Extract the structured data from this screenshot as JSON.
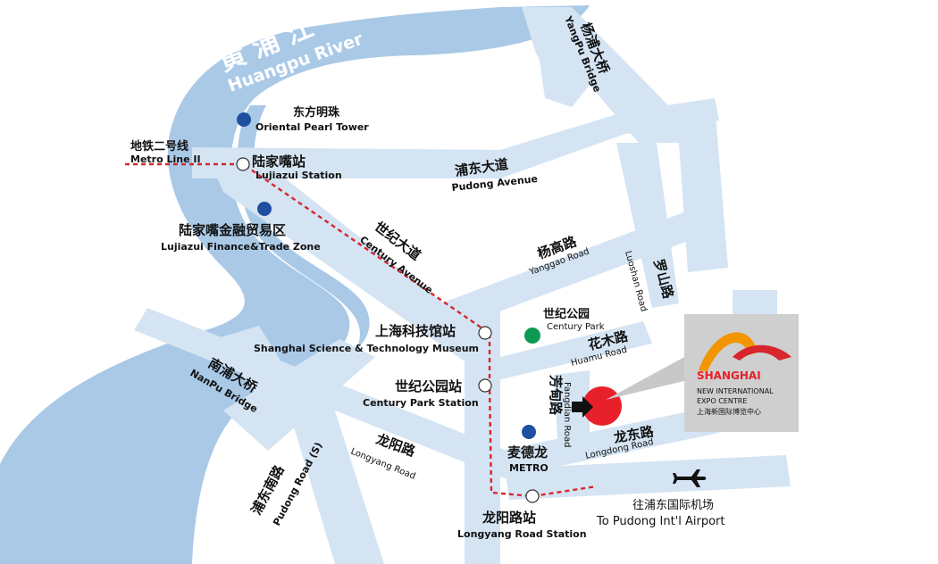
{
  "river": {
    "name_cn": "黄 浦 江",
    "name_en": "Huangpu River"
  },
  "bridges": [
    {
      "name_cn": "杨浦大桥",
      "name_en": "YangPu Bridge"
    },
    {
      "name_cn": "南浦大桥",
      "name_en": "NanPu Bridge"
    }
  ],
  "metro_line": {
    "name_cn": "地铁二号线",
    "name_en": "Metro Line II"
  },
  "stations": [
    {
      "name_cn": "陆家嘴站",
      "name_en": "Lujiazui Station"
    },
    {
      "name_cn": "上海科技馆站",
      "name_en": "Shanghai Science & Technology Museum"
    },
    {
      "name_cn": "世纪公园站",
      "name_en": "Century Park Station"
    },
    {
      "name_cn": "龙阳路站",
      "name_en": "Longyang Road Station"
    }
  ],
  "landmarks": [
    {
      "name_cn": "东方明珠",
      "name_en": "Oriental Pearl Tower",
      "color": "#1f4fa0"
    },
    {
      "name_cn": "陆家嘴金融贸易区",
      "name_en": "Lujiazui Finance&Trade Zone",
      "color": "#1f4fa0"
    },
    {
      "name_cn": "世纪公园",
      "name_en": "Century Park",
      "color": "#0d9a53"
    },
    {
      "name_cn": "麦德龙",
      "name_en": "METRO",
      "color": "#1f4fa0"
    }
  ],
  "roads": [
    {
      "name_cn": "浦东大道",
      "name_en": "Pudong Avenue"
    },
    {
      "name_cn": "世纪大道",
      "name_en": "Century Avenue"
    },
    {
      "name_cn": "杨高路",
      "name_en": "Yanggao Road"
    },
    {
      "name_cn": "罗山路",
      "name_en": "Luoshan Road"
    },
    {
      "name_cn": "花木路",
      "name_en": "Huamu Road"
    },
    {
      "name_cn": "芳甸路",
      "name_en": "Fangdian Road"
    },
    {
      "name_cn": "龙东路",
      "name_en": "Longdong Road"
    },
    {
      "name_cn": "龙阳路",
      "name_en": "Longyang Road"
    },
    {
      "name_cn": "浦东南路",
      "name_en": "Pudong Road (S)"
    }
  ],
  "airport": {
    "name_cn": "往浦东国际机场",
    "name_en": "To Pudong Int'l Airport",
    "icon": "airplane-icon"
  },
  "venue": {
    "logo_main": "SHANGHAI",
    "logo_line1": "NEW INTERNATIONAL",
    "logo_line2": "EXPO CENTRE",
    "logo_cn": "上海新国际博览中心",
    "marker_color": "#e8202a"
  },
  "colors": {
    "river": "#a9c9e7",
    "road": "#d4e4f3",
    "metro": "#d8262d"
  }
}
